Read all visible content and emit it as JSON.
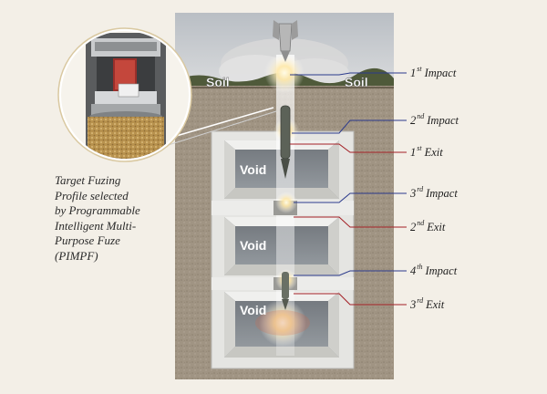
{
  "caption": "Target Fuzing\nProfile selected\nby Programmable\nIntelligent Multi-\nPurpose Fuze\n(PIMPF)",
  "soil_labels": [
    "Soil",
    "Soil"
  ],
  "void_labels": [
    "Void",
    "Void",
    "Void"
  ],
  "events": [
    {
      "ordinal": "1",
      "suffix": "st",
      "event": "Impact"
    },
    {
      "ordinal": "2",
      "suffix": "nd",
      "event": "Impact"
    },
    {
      "ordinal": "1",
      "suffix": "st",
      "event": "Exit"
    },
    {
      "ordinal": "3",
      "suffix": "rd",
      "event": "Impact"
    },
    {
      "ordinal": "2",
      "suffix": "nd",
      "event": "Exit"
    },
    {
      "ordinal": "4",
      "suffix": "th",
      "event": "Impact"
    },
    {
      "ordinal": "3",
      "suffix": "rd",
      "event": "Exit"
    }
  ],
  "colors": {
    "impact_line": "#2b3a8c",
    "exit_line": "#a31f25",
    "background": "#f3efe7",
    "soil": "#9e9282",
    "concrete": "#e8e8e6",
    "void": "#7d8186"
  }
}
